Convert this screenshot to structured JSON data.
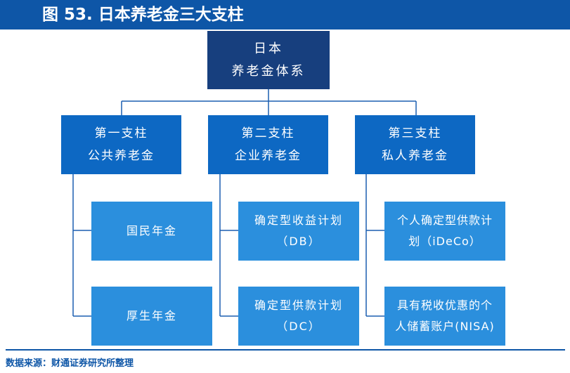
{
  "header": {
    "title": "图 53. 日本养老金三大支柱"
  },
  "root": {
    "line1": "日本",
    "line2": "养老金体系"
  },
  "pillars": [
    {
      "line1": "第一支柱",
      "line2": "公共养老金",
      "items": [
        {
          "line1": "国民年金"
        },
        {
          "line1": "厚生年金"
        }
      ]
    },
    {
      "line1": "第二支柱",
      "line2": "企业养老金",
      "items": [
        {
          "line1": "确定型收益计划",
          "line2": "（DB）"
        },
        {
          "line1": "确定型供款计划",
          "line2": "（DC）"
        }
      ]
    },
    {
      "line1": "第三支柱",
      "line2": "私人养老金",
      "items": [
        {
          "line1": "个人确定型供款计",
          "line2": "划（iDeCo）"
        },
        {
          "line1": "具有税收优惠的个",
          "line2": "人储蓄账户(NISA)"
        }
      ]
    }
  ],
  "footer": {
    "source": "数据来源：财通证券研究所整理"
  },
  "colors": {
    "header": "#0e56a7",
    "root": "#173f7e",
    "pillar": "#0d68c3",
    "item": "#2b8fdd",
    "connector": "#1b5fb0"
  }
}
